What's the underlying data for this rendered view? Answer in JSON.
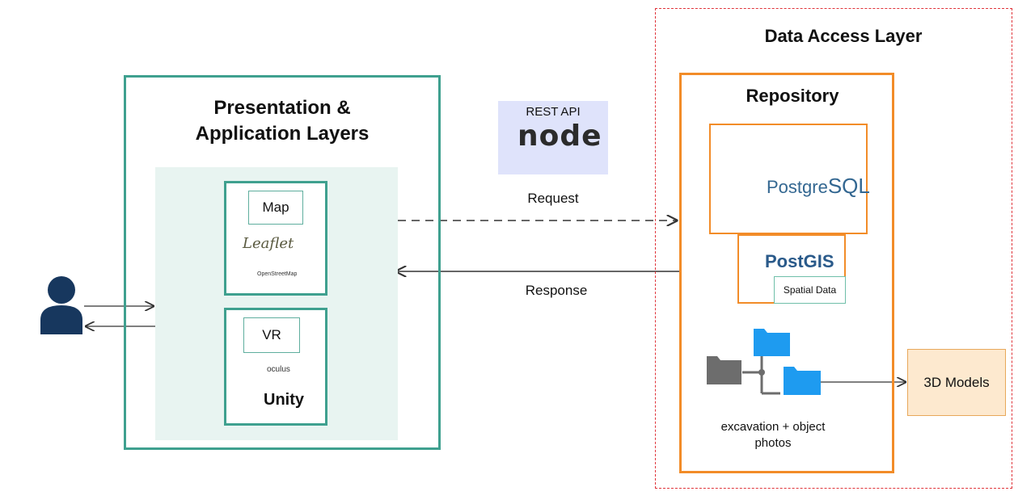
{
  "presentation": {
    "title_line1": "Presentation &",
    "title_line2": "Application Layers",
    "map": {
      "label": "Map",
      "leaflet": "Leaflet",
      "osm": "OpenStreetMap"
    },
    "vr": {
      "label": "VR",
      "oculus": "oculus",
      "unity": "Unity"
    }
  },
  "api": {
    "label": "REST API",
    "logo_text": "node",
    "request": "Request",
    "response": "Response"
  },
  "data_access": {
    "title": "Data Access Layer",
    "repository": {
      "title": "Repository",
      "postgres_prefix": "Postgre",
      "postgres_suffix": "SQL",
      "postgis": "PostGIS",
      "spatial": "Spatial Data",
      "photos_line1": "excavation + object",
      "photos_line2": "photos"
    },
    "models": "3D Models"
  },
  "colors": {
    "teal": "#3fa08f",
    "orange": "#f28c28",
    "red_dashed": "#e0343a",
    "user": "#17375e",
    "folder_blue": "#1e9bf0",
    "folder_gray": "#6d6d6d"
  }
}
